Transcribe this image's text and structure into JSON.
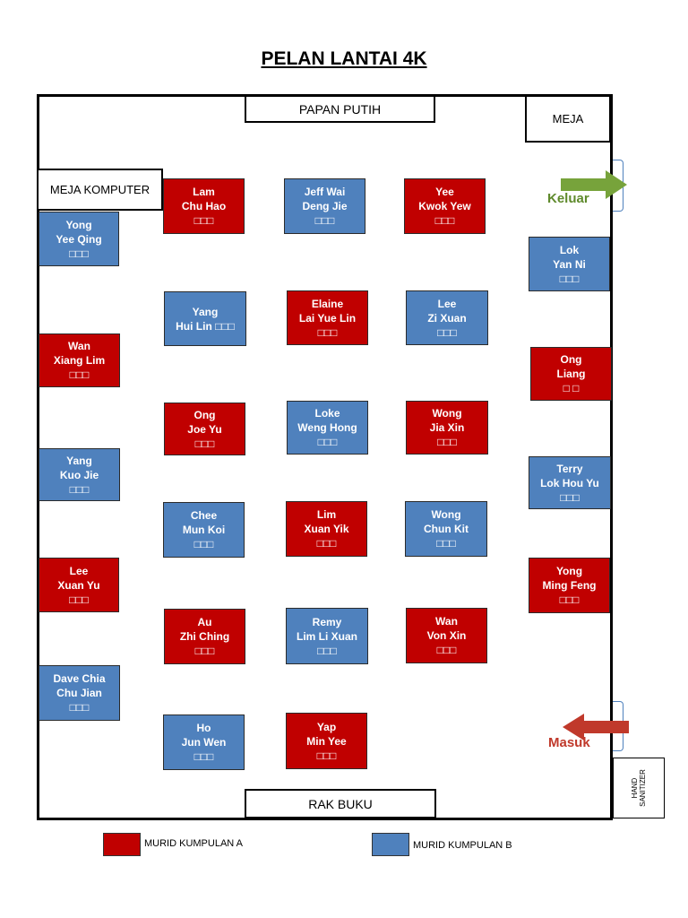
{
  "title": "PELAN LANTAI 4K",
  "labels": {
    "whiteboard": "PAPAN PUTIH",
    "table": "MEJA",
    "computer_table": "MEJA KOMPUTER",
    "bookshelf": "RAK BUKU",
    "exit": "Keluar",
    "entrance": "Masuk",
    "sanitizer_line1": "HAND",
    "sanitizer_line2": "SANITIZER"
  },
  "legend": {
    "group_a": "MURID KUMPULAN A",
    "group_b": "MURID KUMPULAN B"
  },
  "colors": {
    "group_a": "#c00000",
    "group_b": "#4f81bd",
    "exit_arrow": "#77a33b",
    "entrance_arrow": "#c0392b"
  },
  "students": [
    {
      "lines": [
        "Lam",
        "Chu Hao",
        "□□□"
      ],
      "group": "A"
    },
    {
      "lines": [
        "Jeff Wai",
        "Deng Jie",
        "□□□"
      ],
      "group": "B"
    },
    {
      "lines": [
        "Yee",
        "Kwok Yew",
        "□□□"
      ],
      "group": "A"
    },
    {
      "lines": [
        "Yong",
        "Yee Qing",
        "□□□"
      ],
      "group": "B"
    },
    {
      "lines": [
        "Lok",
        "Yan Ni",
        "□□□"
      ],
      "group": "B"
    },
    {
      "lines": [
        "Yang",
        "Hui Lin □□□"
      ],
      "group": "B"
    },
    {
      "lines": [
        "Elaine",
        "Lai Yue Lin",
        "□□□"
      ],
      "group": "A"
    },
    {
      "lines": [
        "Lee",
        "Zi Xuan",
        "□□□"
      ],
      "group": "B"
    },
    {
      "lines": [
        "Wan",
        "Xiang Lim",
        "□□□"
      ],
      "group": "A"
    },
    {
      "lines": [
        "Ong",
        "Liang",
        "□ □"
      ],
      "group": "A"
    },
    {
      "lines": [
        "Ong",
        "Joe Yu",
        "□□□"
      ],
      "group": "A"
    },
    {
      "lines": [
        "Loke",
        "Weng Hong",
        "□□□"
      ],
      "group": "B"
    },
    {
      "lines": [
        "Wong",
        "Jia Xin",
        "□□□"
      ],
      "group": "A"
    },
    {
      "lines": [
        "Yang",
        "Kuo Jie",
        "□□□"
      ],
      "group": "B"
    },
    {
      "lines": [
        "Terry",
        "Lok Hou Yu",
        "□□□"
      ],
      "group": "B"
    },
    {
      "lines": [
        "Chee",
        "Mun Koi",
        "□□□"
      ],
      "group": "B"
    },
    {
      "lines": [
        "Lim",
        "Xuan Yik",
        "□□□"
      ],
      "group": "A"
    },
    {
      "lines": [
        "Wong",
        "Chun Kit",
        "□□□"
      ],
      "group": "B"
    },
    {
      "lines": [
        "Lee",
        "Xuan Yu",
        "□□□"
      ],
      "group": "A"
    },
    {
      "lines": [
        "Yong",
        "Ming Feng",
        "□□□"
      ],
      "group": "A"
    },
    {
      "lines": [
        "Au",
        "Zhi Ching",
        "□□□"
      ],
      "group": "A"
    },
    {
      "lines": [
        "Remy",
        "Lim Li Xuan",
        "□□□"
      ],
      "group": "B"
    },
    {
      "lines": [
        "Wan",
        "Von Xin",
        "□□□"
      ],
      "group": "A"
    },
    {
      "lines": [
        "Dave Chia",
        "Chu Jian",
        "□□□"
      ],
      "group": "B"
    },
    {
      "lines": [
        "Ho",
        "Jun Wen",
        "□□□"
      ],
      "group": "B"
    },
    {
      "lines": [
        "Yap",
        "Min Yee",
        "□□□"
      ],
      "group": "A"
    }
  ]
}
